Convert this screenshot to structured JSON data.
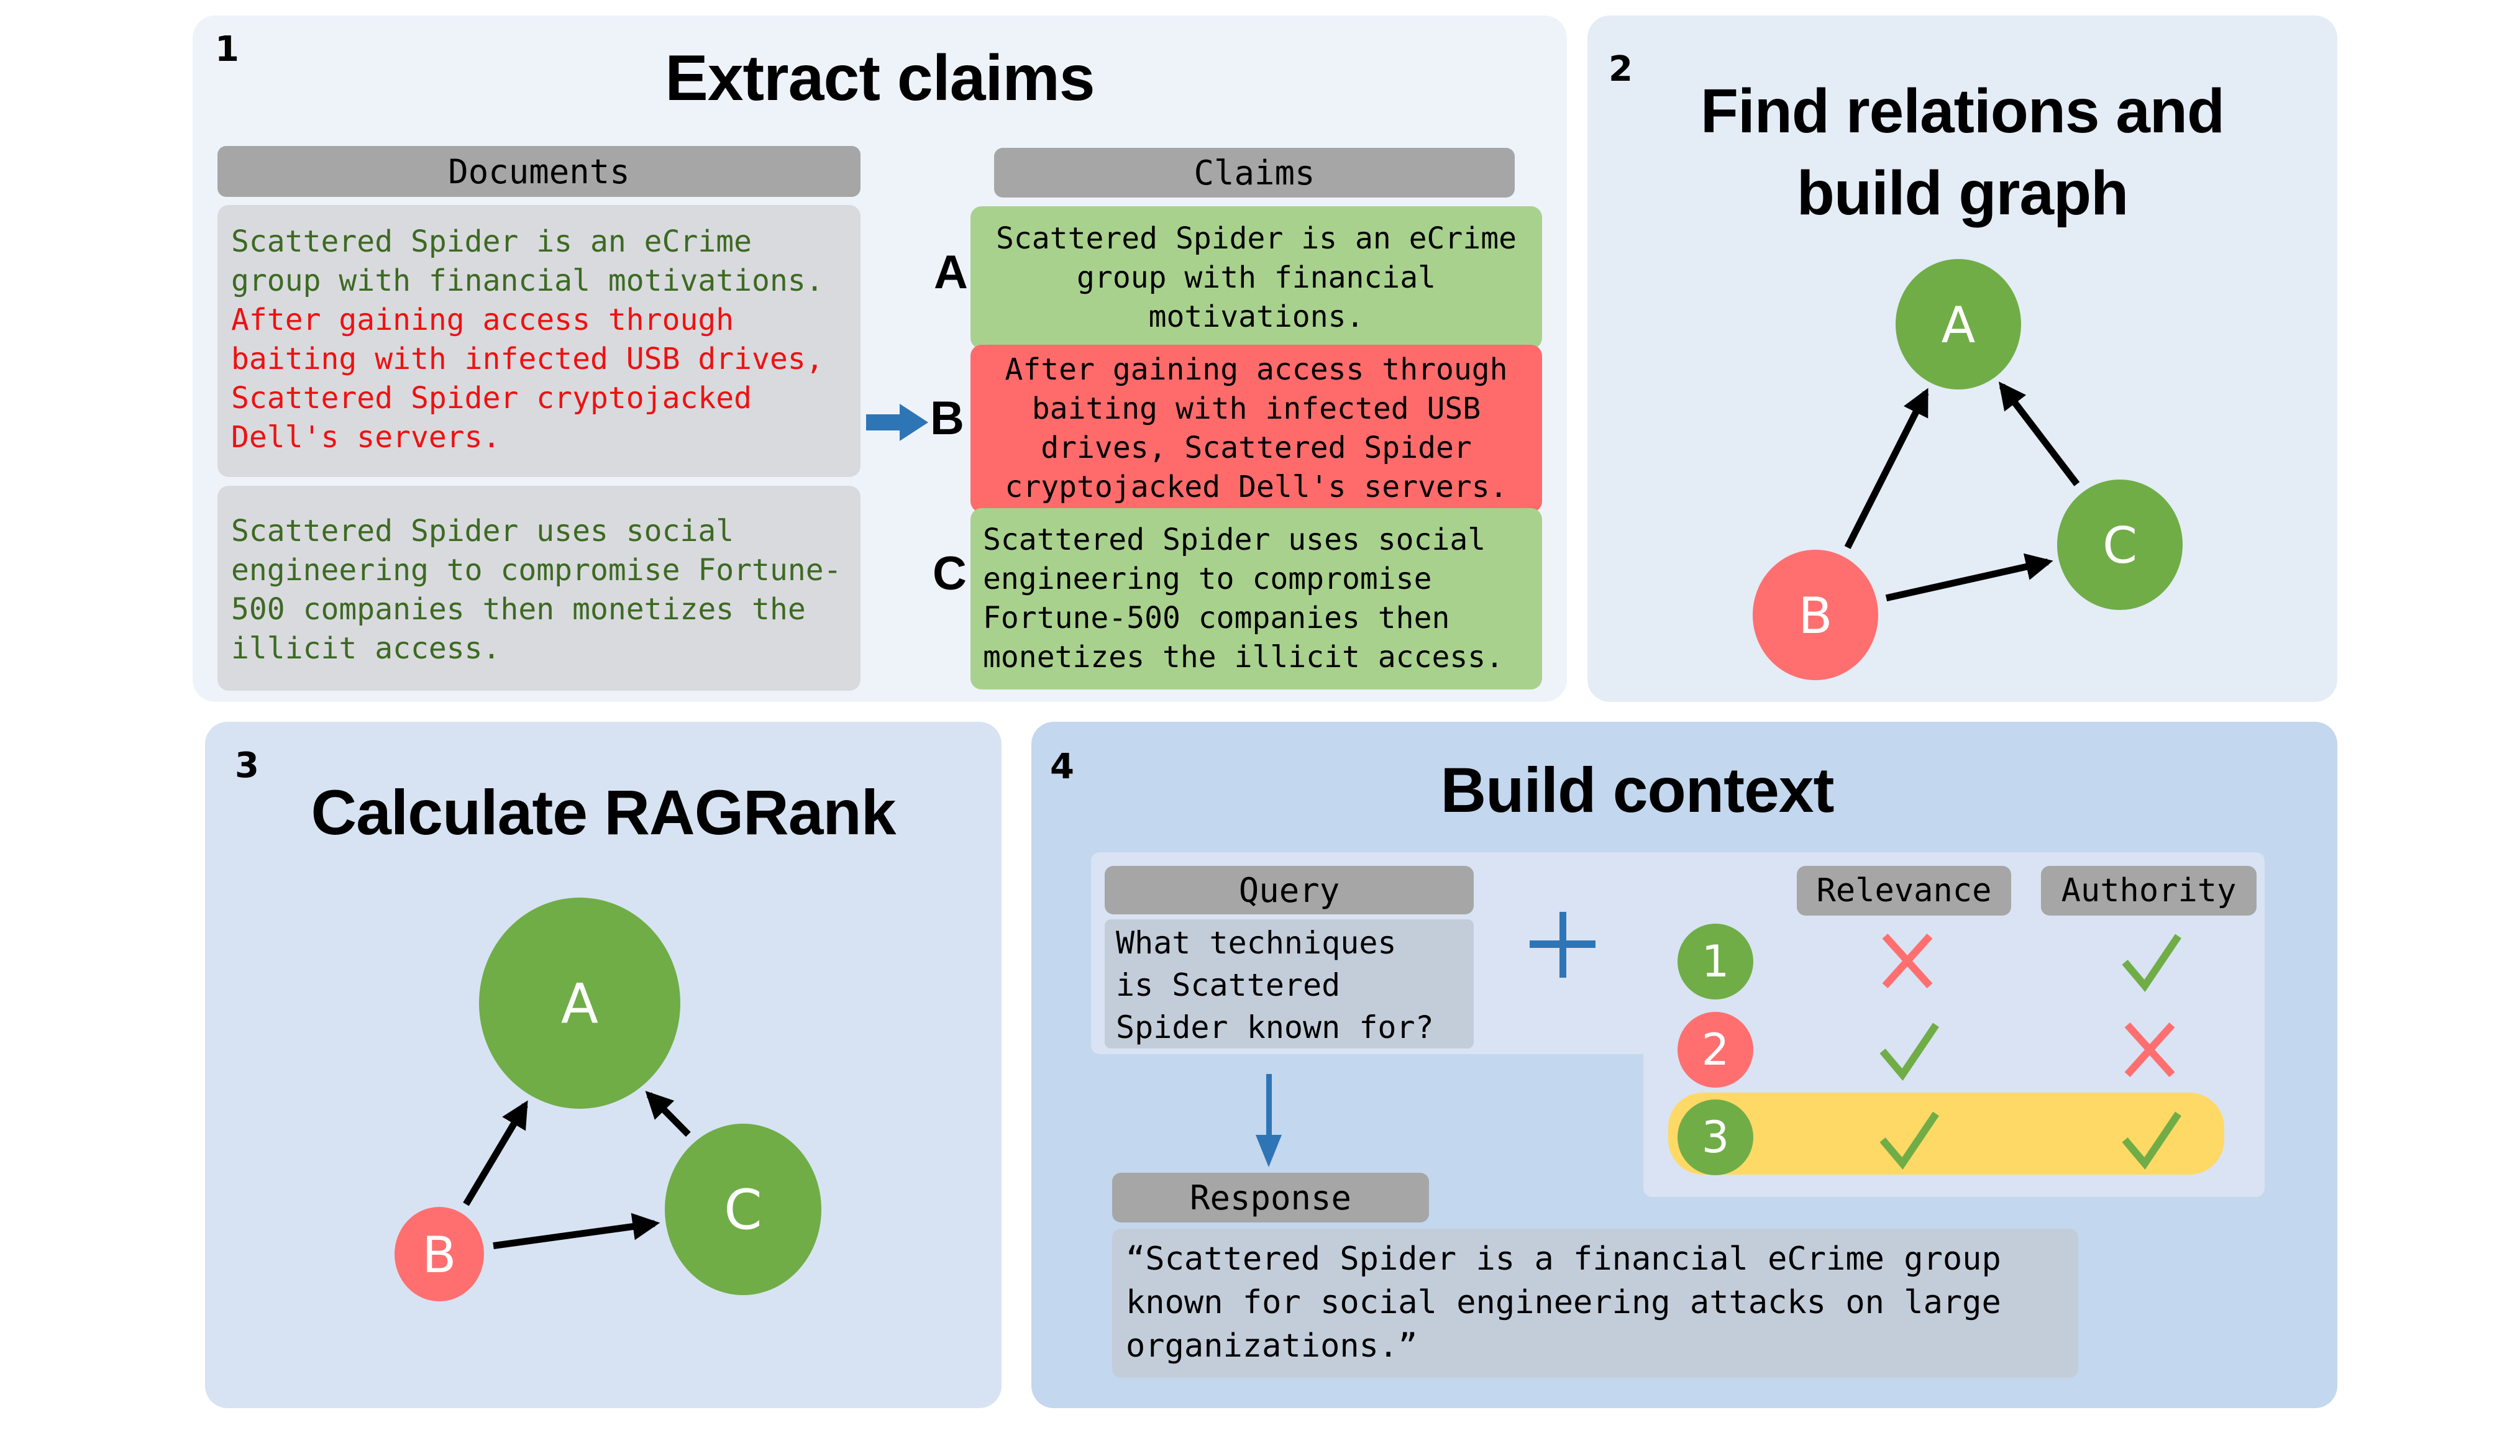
{
  "colors": {
    "node_green": "#70ad47",
    "node_red": "#ff6f6f",
    "claim_green": "#a9d18e",
    "claim_red": "#ff6b6b",
    "doc_text_green": "#3c6a22",
    "doc_text_red": "#ee1111",
    "header_gray": "#a6a6a6",
    "arrow_blue": "#2e75b6",
    "highlight_yellow": "#ffd966"
  },
  "panel1": {
    "step": "1",
    "title": "Extract claims",
    "documents_header": "Documents",
    "claims_header": "Claims",
    "documents": [
      {
        "segments": [
          {
            "text": "Scattered Spider is an eCrime group with financial motivations.",
            "lines": [
              "Scattered Spider is an eCrime",
              "group with financial motivations."
            ],
            "color": "green"
          },
          {
            "text": "After gaining access through baiting with infected USB drives, Scattered Spider cryptojacked Dell's servers.",
            "lines": [
              "After gaining access through",
              "baiting with infected USB drives,",
              "Scattered Spider cryptojacked",
              "Dell's servers."
            ],
            "color": "red"
          }
        ]
      },
      {
        "segments": [
          {
            "text": "Scattered Spider uses social engineering to compromise Fortune-500 companies then monetizes the illicit access.",
            "lines": [
              "Scattered Spider uses social",
              "engineering to compromise Fortune-",
              "500 companies then monetizes the",
              "illicit access."
            ],
            "color": "green"
          }
        ]
      }
    ],
    "claims": [
      {
        "label": "A",
        "lines": [
          "Scattered Spider is an eCrime",
          "group with financial",
          "motivations."
        ],
        "status": "green"
      },
      {
        "label": "B",
        "lines": [
          "After gaining access through",
          "baiting with infected USB",
          "drives, Scattered Spider",
          "cryptojacked Dell's servers."
        ],
        "status": "red"
      },
      {
        "label": "C",
        "lines": [
          "Scattered Spider uses social",
          "engineering to compromise",
          "Fortune-500 companies then",
          "monetizes the illicit access."
        ],
        "status": "green"
      }
    ],
    "arrow_icon": "arrow-right-icon"
  },
  "panel2": {
    "step": "2",
    "title_lines": [
      "Find relations and",
      "build graph"
    ],
    "nodes": [
      {
        "id": "A",
        "label": "A",
        "status": "green"
      },
      {
        "id": "B",
        "label": "B",
        "status": "red"
      },
      {
        "id": "C",
        "label": "C",
        "status": "green"
      }
    ],
    "edges": [
      {
        "from": "B",
        "to": "A"
      },
      {
        "from": "C",
        "to": "A"
      },
      {
        "from": "B",
        "to": "C"
      }
    ]
  },
  "panel3": {
    "step": "3",
    "title": "Calculate RAGRank",
    "nodes": [
      {
        "id": "A",
        "label": "A",
        "status": "green",
        "rank": "largest"
      },
      {
        "id": "B",
        "label": "B",
        "status": "red",
        "rank": "smallest"
      },
      {
        "id": "C",
        "label": "C",
        "status": "green",
        "rank": "medium"
      }
    ],
    "edges": [
      {
        "from": "B",
        "to": "A"
      },
      {
        "from": "C",
        "to": "A"
      },
      {
        "from": "B",
        "to": "C"
      }
    ]
  },
  "panel4": {
    "step": "4",
    "title": "Build context",
    "query_header": "Query",
    "query_lines": [
      "What techniques",
      "is Scattered",
      "Spider known for?"
    ],
    "plus_icon": "plus-icon",
    "columns": [
      "Relevance",
      "Authority"
    ],
    "rows": [
      {
        "num": "1",
        "status": "green",
        "relevance": false,
        "authority": true,
        "selected": false
      },
      {
        "num": "2",
        "status": "red",
        "relevance": true,
        "authority": false,
        "selected": false
      },
      {
        "num": "3",
        "status": "green",
        "relevance": true,
        "authority": true,
        "selected": true
      }
    ],
    "response_header": "Response",
    "response_lines": [
      "“Scattered Spider is a financial eCrime group",
      "known for social engineering attacks on large",
      "organizations.”"
    ]
  }
}
